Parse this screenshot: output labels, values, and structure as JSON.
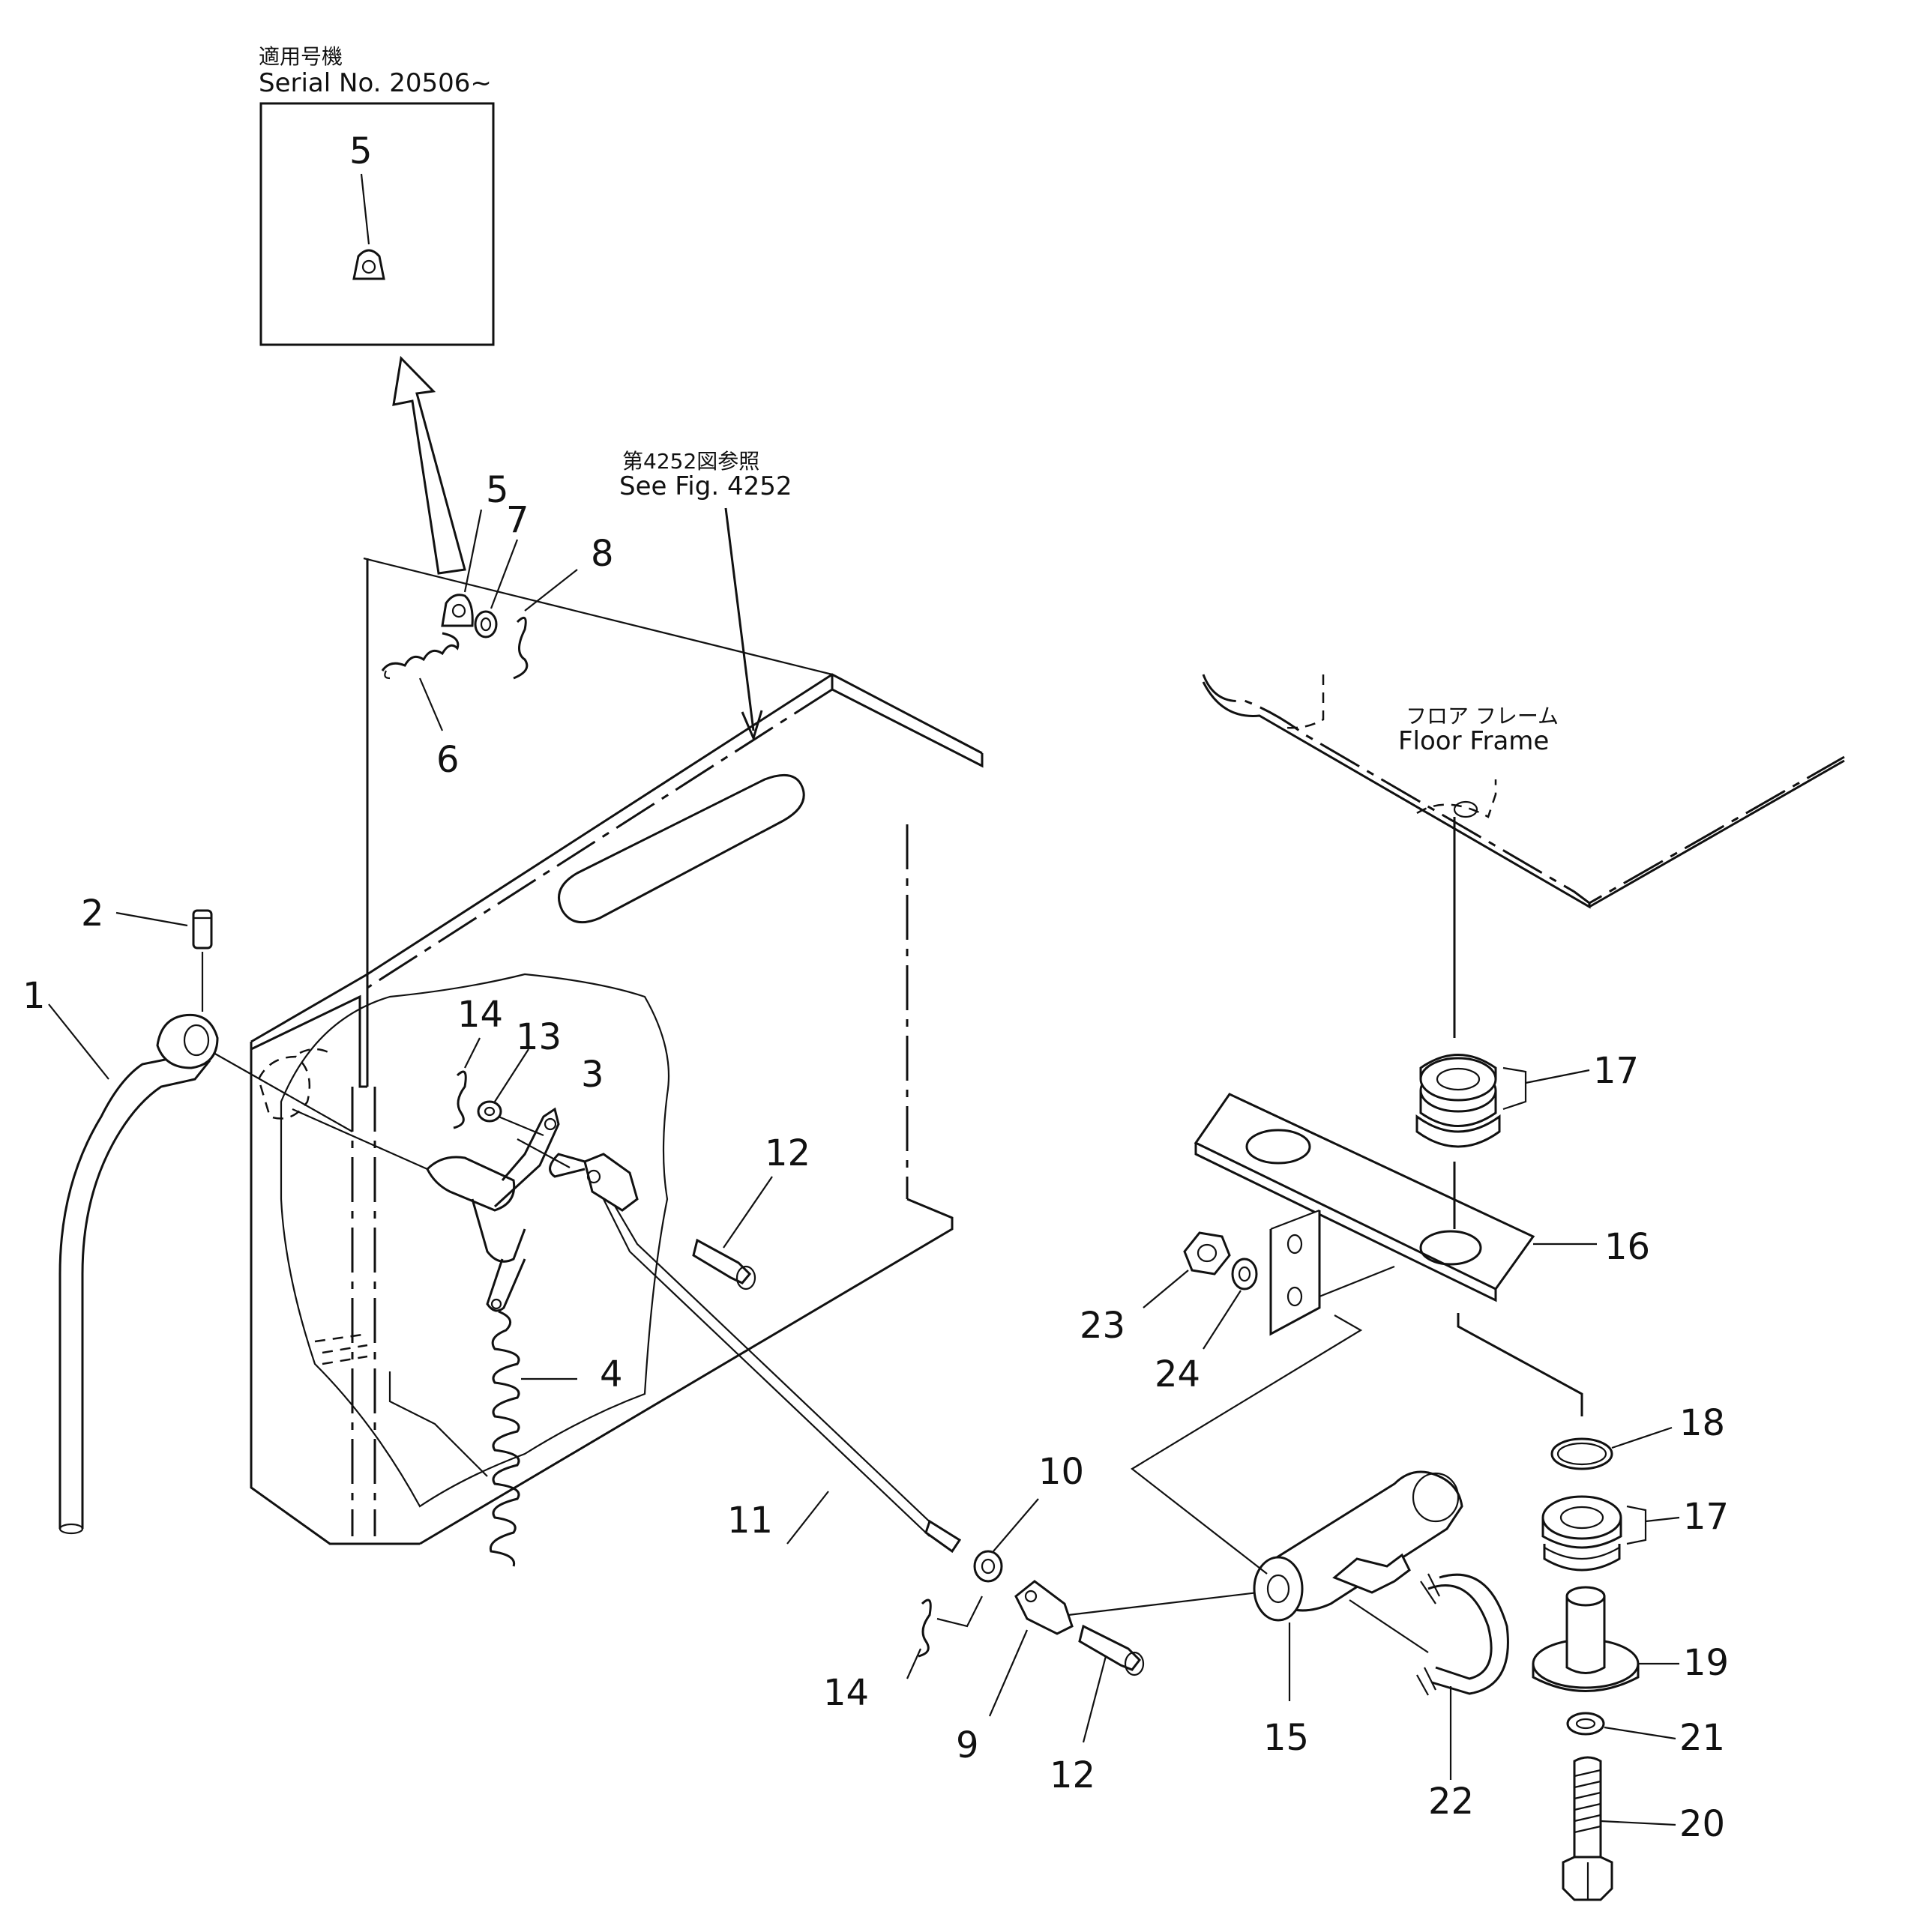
{
  "inset": {
    "header_jp": "適用号機",
    "header_en": "Serial  No. 20506~",
    "callout": "5"
  },
  "reference": {
    "note_jp": "第4252図参照",
    "note_en": "See Fig. 4252"
  },
  "floor_frame": {
    "label_jp": "フロア フレーム",
    "label_en": "Floor Frame"
  },
  "callouts": {
    "c1": "1",
    "c2": "2",
    "c3": "3",
    "c4": "4",
    "c5": "5",
    "c6": "6",
    "c7": "7",
    "c8": "8",
    "c9": "9",
    "c10": "10",
    "c11": "11",
    "c12a": "12",
    "c12b": "12",
    "c13": "13",
    "c14a": "14",
    "c14b": "14",
    "c15": "15",
    "c16": "16",
    "c17a": "17",
    "c17b": "17",
    "c18": "18",
    "c19": "19",
    "c20": "20",
    "c21": "21",
    "c22": "22",
    "c23": "23",
    "c24": "24"
  }
}
